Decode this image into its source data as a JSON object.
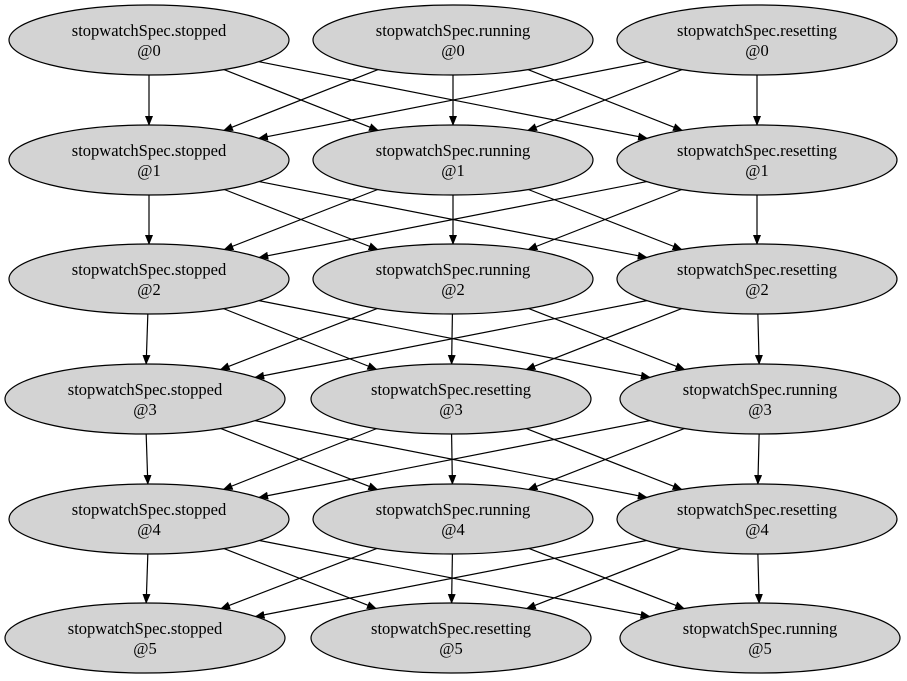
{
  "nodes": [
    {
      "id": "r0c0",
      "label": "stopwatchSpec.stopped",
      "step": "@0"
    },
    {
      "id": "r0c1",
      "label": "stopwatchSpec.running",
      "step": "@0"
    },
    {
      "id": "r0c2",
      "label": "stopwatchSpec.resetting",
      "step": "@0"
    },
    {
      "id": "r1c0",
      "label": "stopwatchSpec.stopped",
      "step": "@1"
    },
    {
      "id": "r1c1",
      "label": "stopwatchSpec.running",
      "step": "@1"
    },
    {
      "id": "r1c2",
      "label": "stopwatchSpec.resetting",
      "step": "@1"
    },
    {
      "id": "r2c0",
      "label": "stopwatchSpec.stopped",
      "step": "@2"
    },
    {
      "id": "r2c1",
      "label": "stopwatchSpec.running",
      "step": "@2"
    },
    {
      "id": "r2c2",
      "label": "stopwatchSpec.resetting",
      "step": "@2"
    },
    {
      "id": "r3c0",
      "label": "stopwatchSpec.stopped",
      "step": "@3"
    },
    {
      "id": "r3c1",
      "label": "stopwatchSpec.resetting",
      "step": "@3"
    },
    {
      "id": "r3c2",
      "label": "stopwatchSpec.running",
      "step": "@3"
    },
    {
      "id": "r4c0",
      "label": "stopwatchSpec.stopped",
      "step": "@4"
    },
    {
      "id": "r4c1",
      "label": "stopwatchSpec.running",
      "step": "@4"
    },
    {
      "id": "r4c2",
      "label": "stopwatchSpec.resetting",
      "step": "@4"
    },
    {
      "id": "r5c0",
      "label": "stopwatchSpec.stopped",
      "step": "@5"
    },
    {
      "id": "r5c1",
      "label": "stopwatchSpec.resetting",
      "step": "@5"
    },
    {
      "id": "r5c2",
      "label": "stopwatchSpec.running",
      "step": "@5"
    }
  ],
  "colors": {
    "node_fill": "#d3d3d3",
    "stroke": "#000000",
    "background": "#ffffff"
  }
}
